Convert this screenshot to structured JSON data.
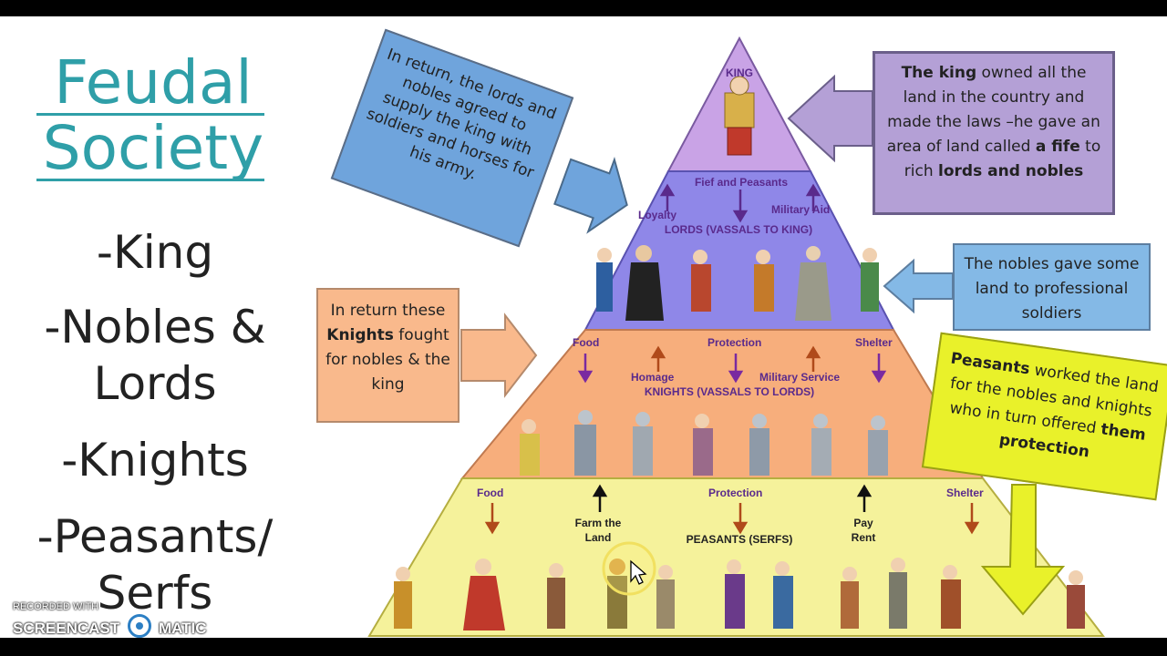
{
  "slide": {
    "title_line1": "Feudal",
    "title_line2": "Society",
    "list": [
      "-King",
      "-Nobles &",
      "Lords",
      "-Knights",
      "-Peasants/",
      "Serfs"
    ]
  },
  "pyramid": {
    "king_label": "KING",
    "fief_label": "Fief and Peasants",
    "loyalty_label": "Loyalty",
    "military_aid_label": "Military Aid",
    "lords_label": "LORDS (VASSALS TO KING)",
    "food1": "Food",
    "protection1": "Protection",
    "shelter1": "Shelter",
    "homage": "Homage",
    "military_service": "Military Service",
    "knights_label": "KNIGHTS (VASSALS TO LORDS)",
    "food2": "Food",
    "protection2": "Protection",
    "shelter2": "Shelter",
    "farm_line1": "Farm the",
    "farm_line2": "Land",
    "pay_line1": "Pay",
    "pay_line2": "Rent",
    "peasants_label": "PEASANTS (SERFS)"
  },
  "callouts": {
    "return_lords": "In return, the lords and nobles agreed to supply the king with soldiers and horses for his army.",
    "king_pre": "The king",
    "king_mid1": " owned all the land in the country and made the laws –he gave an area of land called ",
    "king_fife": "a fife",
    "king_mid2": " to rich ",
    "king_post": "lords and nobles",
    "knights_pre": "In return these ",
    "knights_bold": "Knights",
    "knights_post": " fought for nobles & the king",
    "nobles": "The nobles gave some land to professional soldiers",
    "peasants_bold": "Peasants",
    "peasants_mid": " worked the land for the nobles and knights who in turn offered ",
    "peasants_bold2": "them protection"
  },
  "watermark": {
    "line1": "RECORDED WITH",
    "line2": "SCREENCAST",
    "line3": "MATIC"
  },
  "colors": {
    "teal": "#2f9fa8",
    "king_tier": "#c9a3e6",
    "lords_tier": "#8f87e8",
    "knights_tier": "#f7ae7c",
    "peasants_tier": "#f5f29b"
  }
}
